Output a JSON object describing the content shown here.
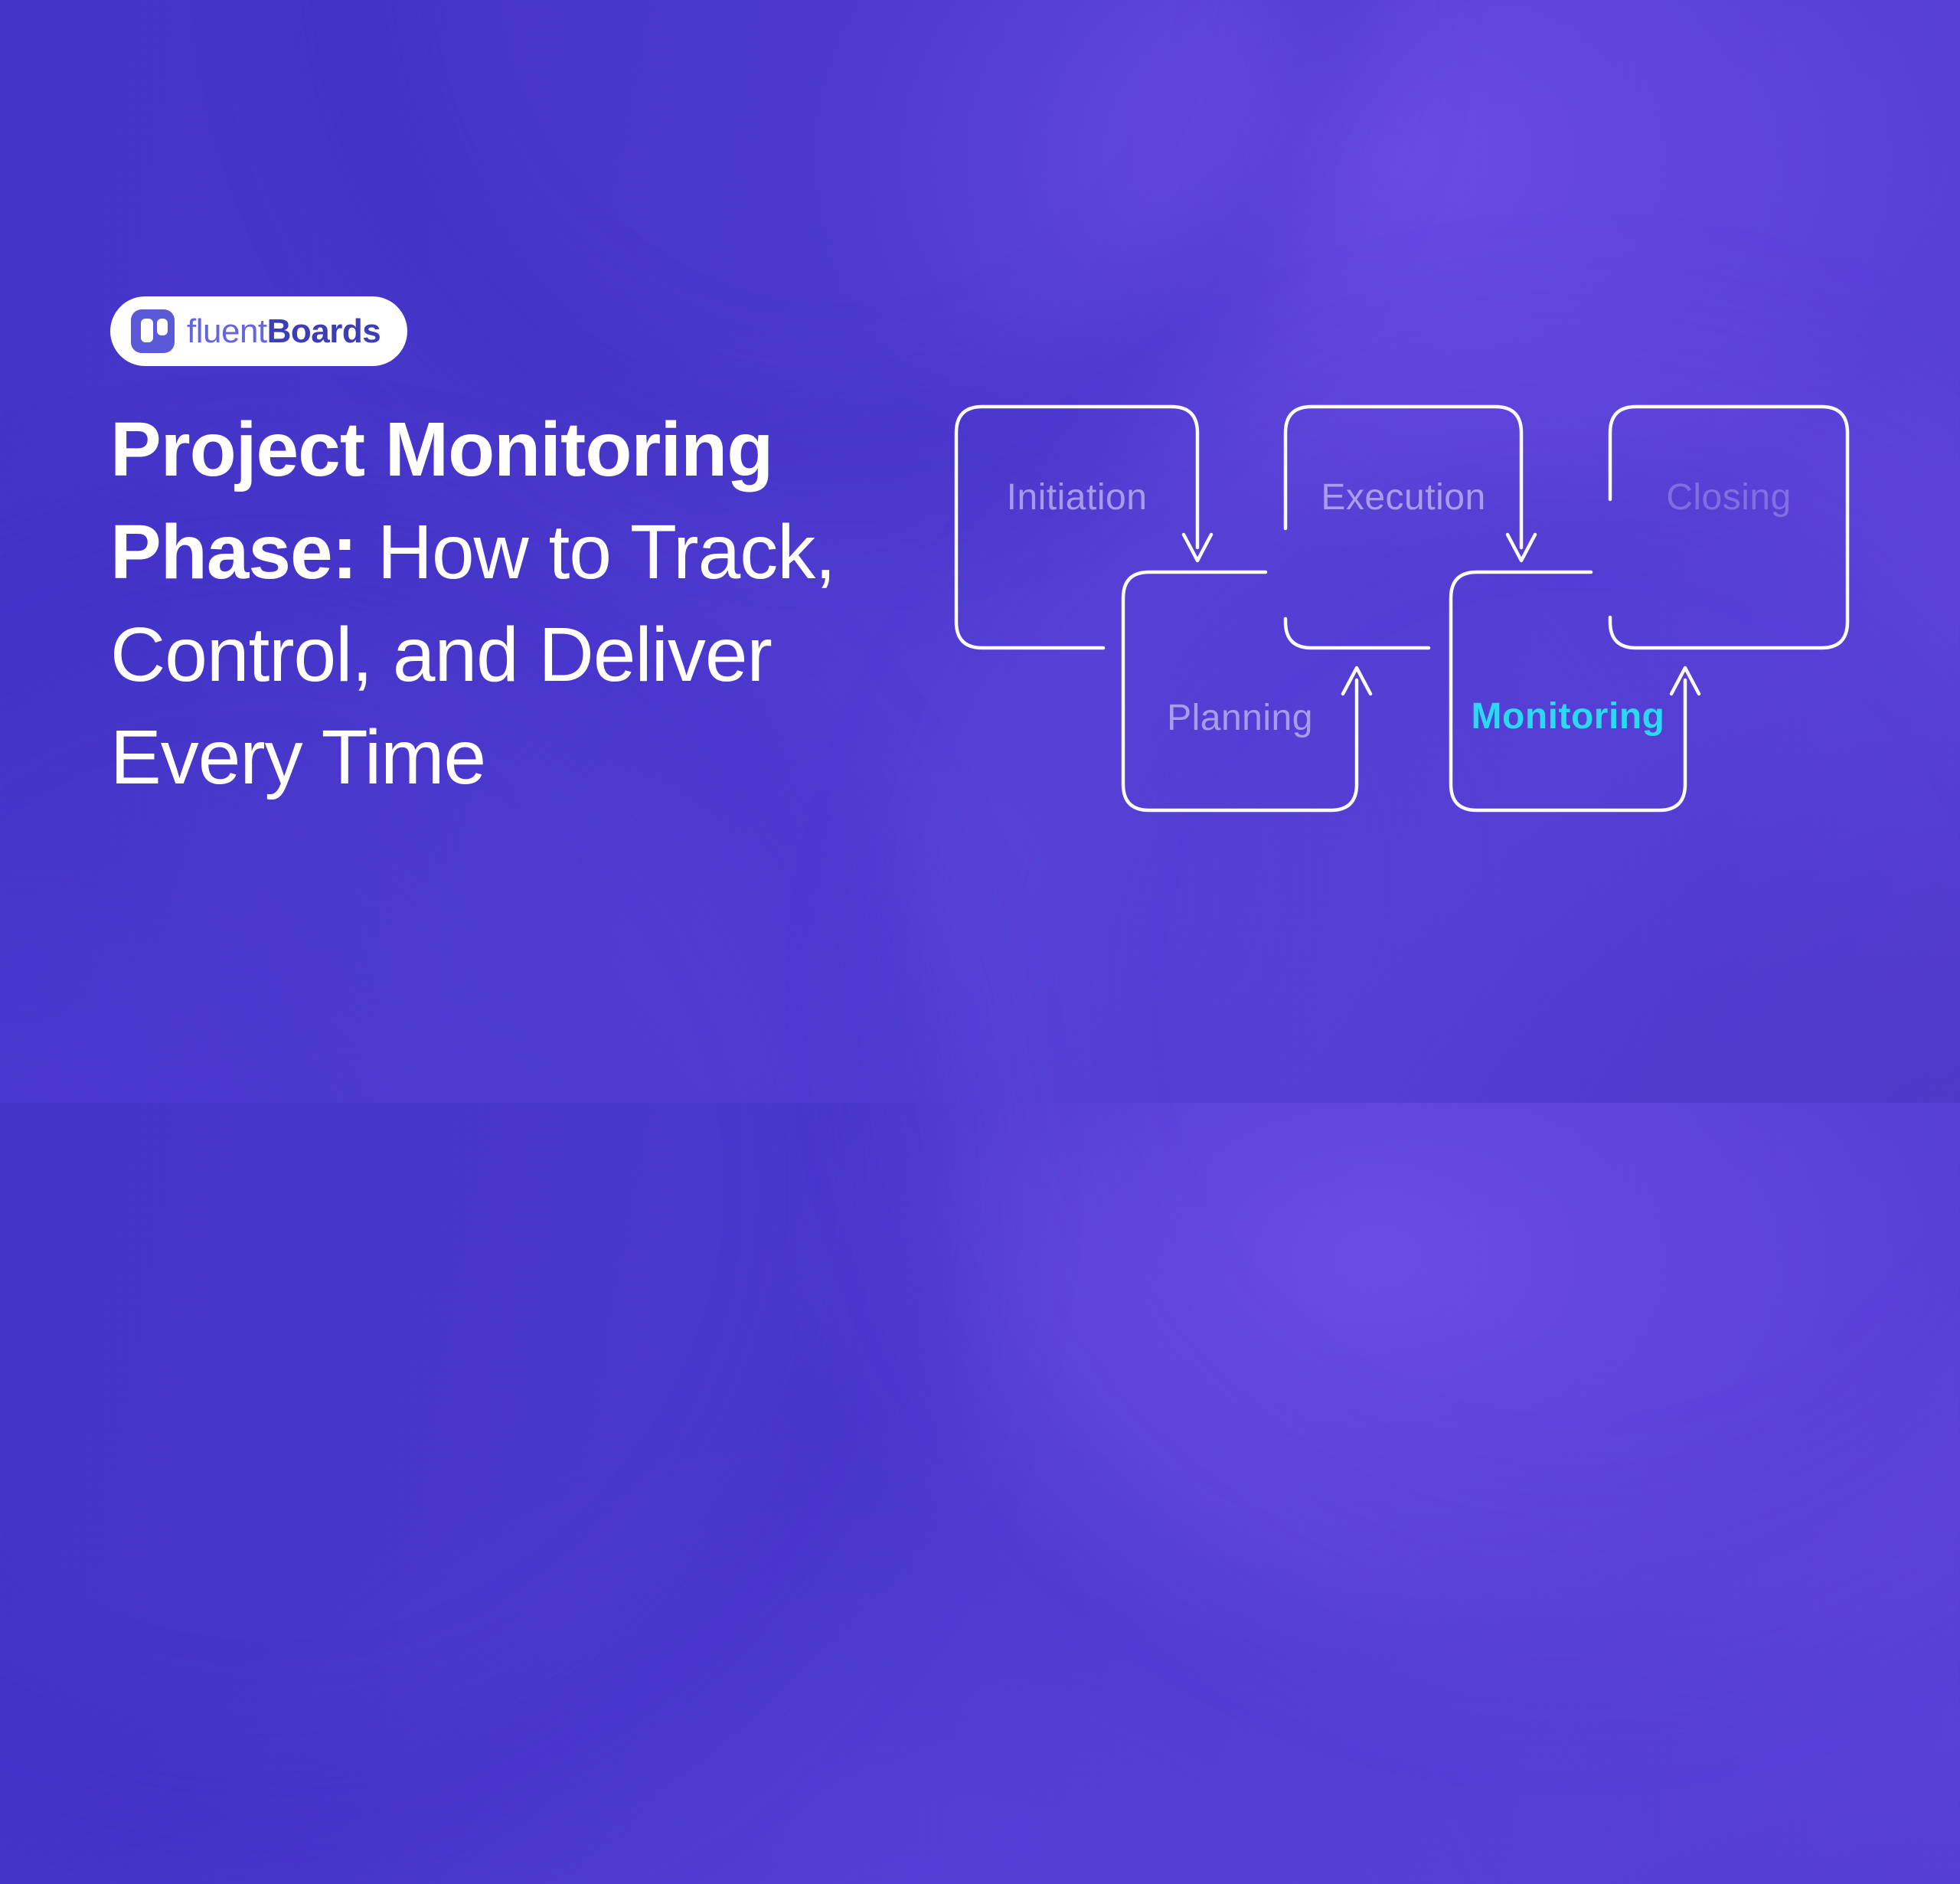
{
  "page": {
    "type": "marketing-banner",
    "background_base_color": "#4b39cd",
    "background_bright_color": "#6f4ce0"
  },
  "logo": {
    "icon": "kanban-board-icon",
    "icon_bg_color": "#5a5ad8",
    "pill_bg_color": "#ffffff",
    "brand_first": "fluent",
    "brand_first_color": "#6565de",
    "brand_second": "Boards",
    "brand_second_color": "#3d3db5"
  },
  "heading": {
    "color": "#ffffff",
    "line1_bold": "Project Monitoring",
    "line2_bold": "Phase:",
    "line2_regular": " How to Track,",
    "line3_regular": "Control, and Deliver",
    "line4_regular": "Every Time"
  },
  "flowchart": {
    "stroke_color": "#fbfaff",
    "label_color": "rgba(237,234,255,0.55)",
    "dimmed_label_color": "rgba(237,234,255,0.28)",
    "highlight_color": "#2bd9f2",
    "nodes": [
      {
        "id": "initiation",
        "label": "Initiation",
        "state": "normal"
      },
      {
        "id": "execution",
        "label": "Execution",
        "state": "normal"
      },
      {
        "id": "closing",
        "label": "Closing",
        "state": "dimmed"
      },
      {
        "id": "planning",
        "label": "Planning",
        "state": "normal"
      },
      {
        "id": "monitoring",
        "label": "Monitoring",
        "state": "highlighted"
      }
    ],
    "arrows": [
      {
        "from": "Initiation",
        "to": "Planning",
        "direction": "down"
      },
      {
        "from": "Planning",
        "to": "Execution",
        "direction": "up"
      },
      {
        "from": "Execution",
        "to": "Monitoring",
        "direction": "down"
      },
      {
        "from": "Monitoring",
        "to": "Closing",
        "direction": "up"
      }
    ]
  }
}
